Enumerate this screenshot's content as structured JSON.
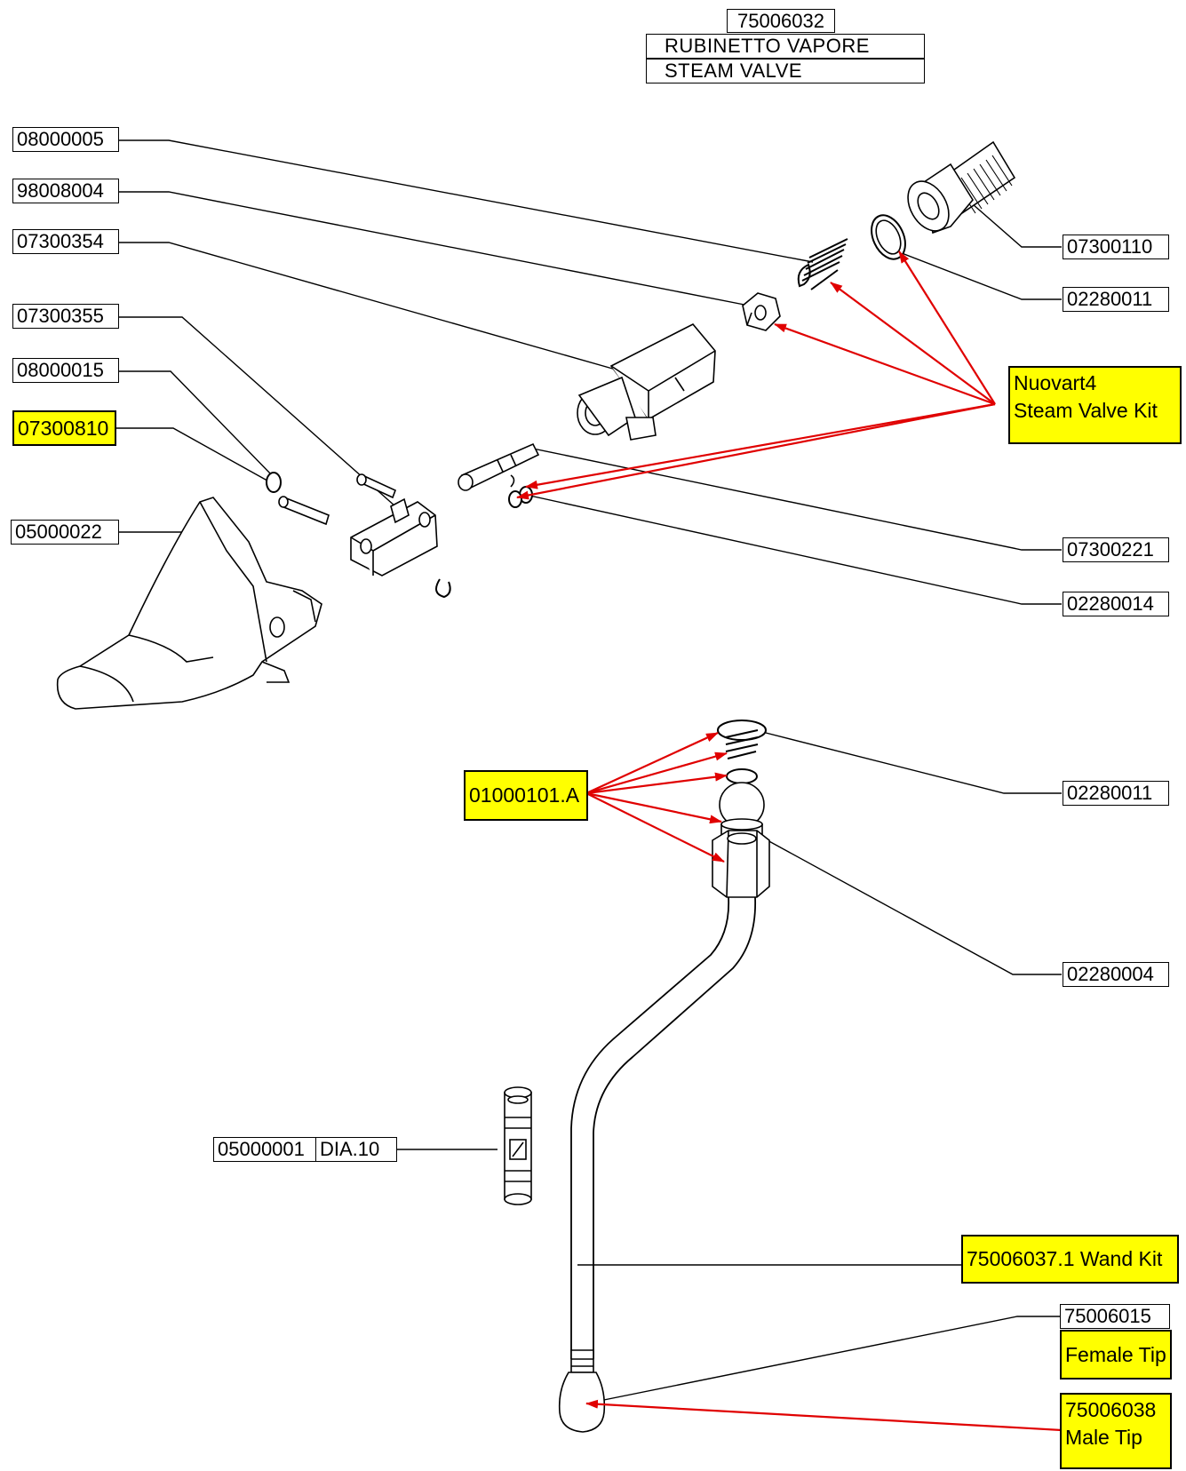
{
  "title": {
    "code": "75006032",
    "name_it": "RUBINETTO VAPORE",
    "name_en": "STEAM  VALVE"
  },
  "labels": {
    "p08000005": "08000005",
    "p98008004": "98008004",
    "p07300354": "07300354",
    "p07300355": "07300355",
    "p08000015": "08000015",
    "p07300810": "07300810",
    "p05000022": "05000022",
    "p07300110": "07300110",
    "p02280011a": "02280011",
    "p07300221": "07300221",
    "p02280014": "02280014",
    "p02280011b": "02280011",
    "p02280004": "02280004",
    "p01000101A": "01000101.A",
    "p05000001": "05000001",
    "p05000001_dia": "DIA.10",
    "p75006015": "75006015"
  },
  "kits": {
    "nuovart_line1": "Nuovart4",
    "nuovart_line2": "Steam Valve Kit",
    "wand_kit": "75006037.1 Wand Kit",
    "female_tip": "Female Tip",
    "male_tip_code": "75006038",
    "male_tip_name": "Male Tip"
  },
  "colors": {
    "highlight": "#ffff00",
    "arrow": "#e00000",
    "line": "#000000"
  }
}
